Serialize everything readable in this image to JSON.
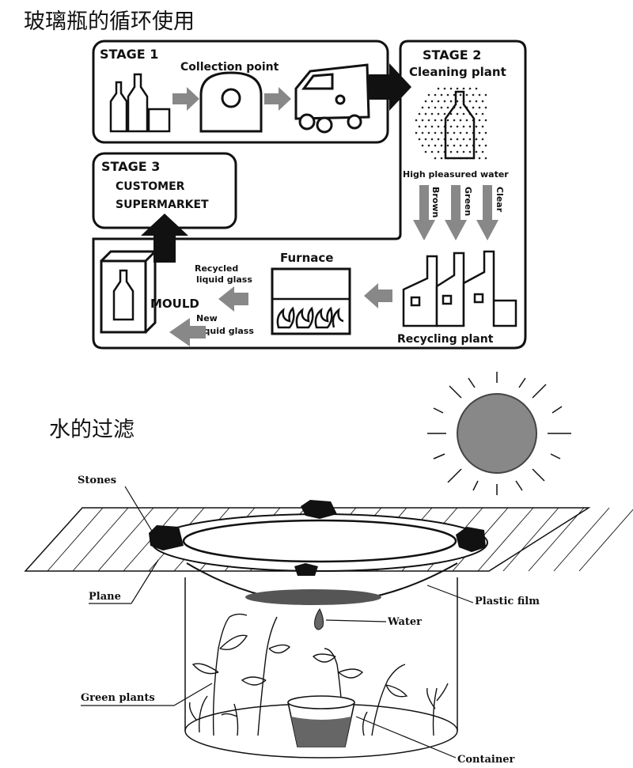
{
  "glass": {
    "title": "玻璃瓶的循环使用",
    "stage1": {
      "label": "STAGE 1",
      "collection": "Collection point"
    },
    "stage2": {
      "label": "STAGE 2",
      "cleaning": "Cleaning plant",
      "water": "High pleasured water",
      "brown": "Brown",
      "green": "Green",
      "clear": "Clear",
      "recycling": "Recycling plant"
    },
    "stage3": {
      "label": "STAGE 3",
      "customer": "CUSTOMER",
      "supermarket": "SUPERMARKET"
    },
    "furnace": "Furnace",
    "mould": "MOULD",
    "recycled_1": "Recycled",
    "recycled_2": "liquid glass",
    "new_1": "New",
    "new_2": "liquid glass"
  },
  "water": {
    "title": "水的过滤",
    "stones": "Stones",
    "plane": "Plane",
    "plastic_film": "Plastic film",
    "water": "Water",
    "green_plants": "Green plants",
    "container": "Container"
  },
  "colors": {
    "arrow": "#888888",
    "sun": "#888888",
    "ink": "#111111"
  }
}
